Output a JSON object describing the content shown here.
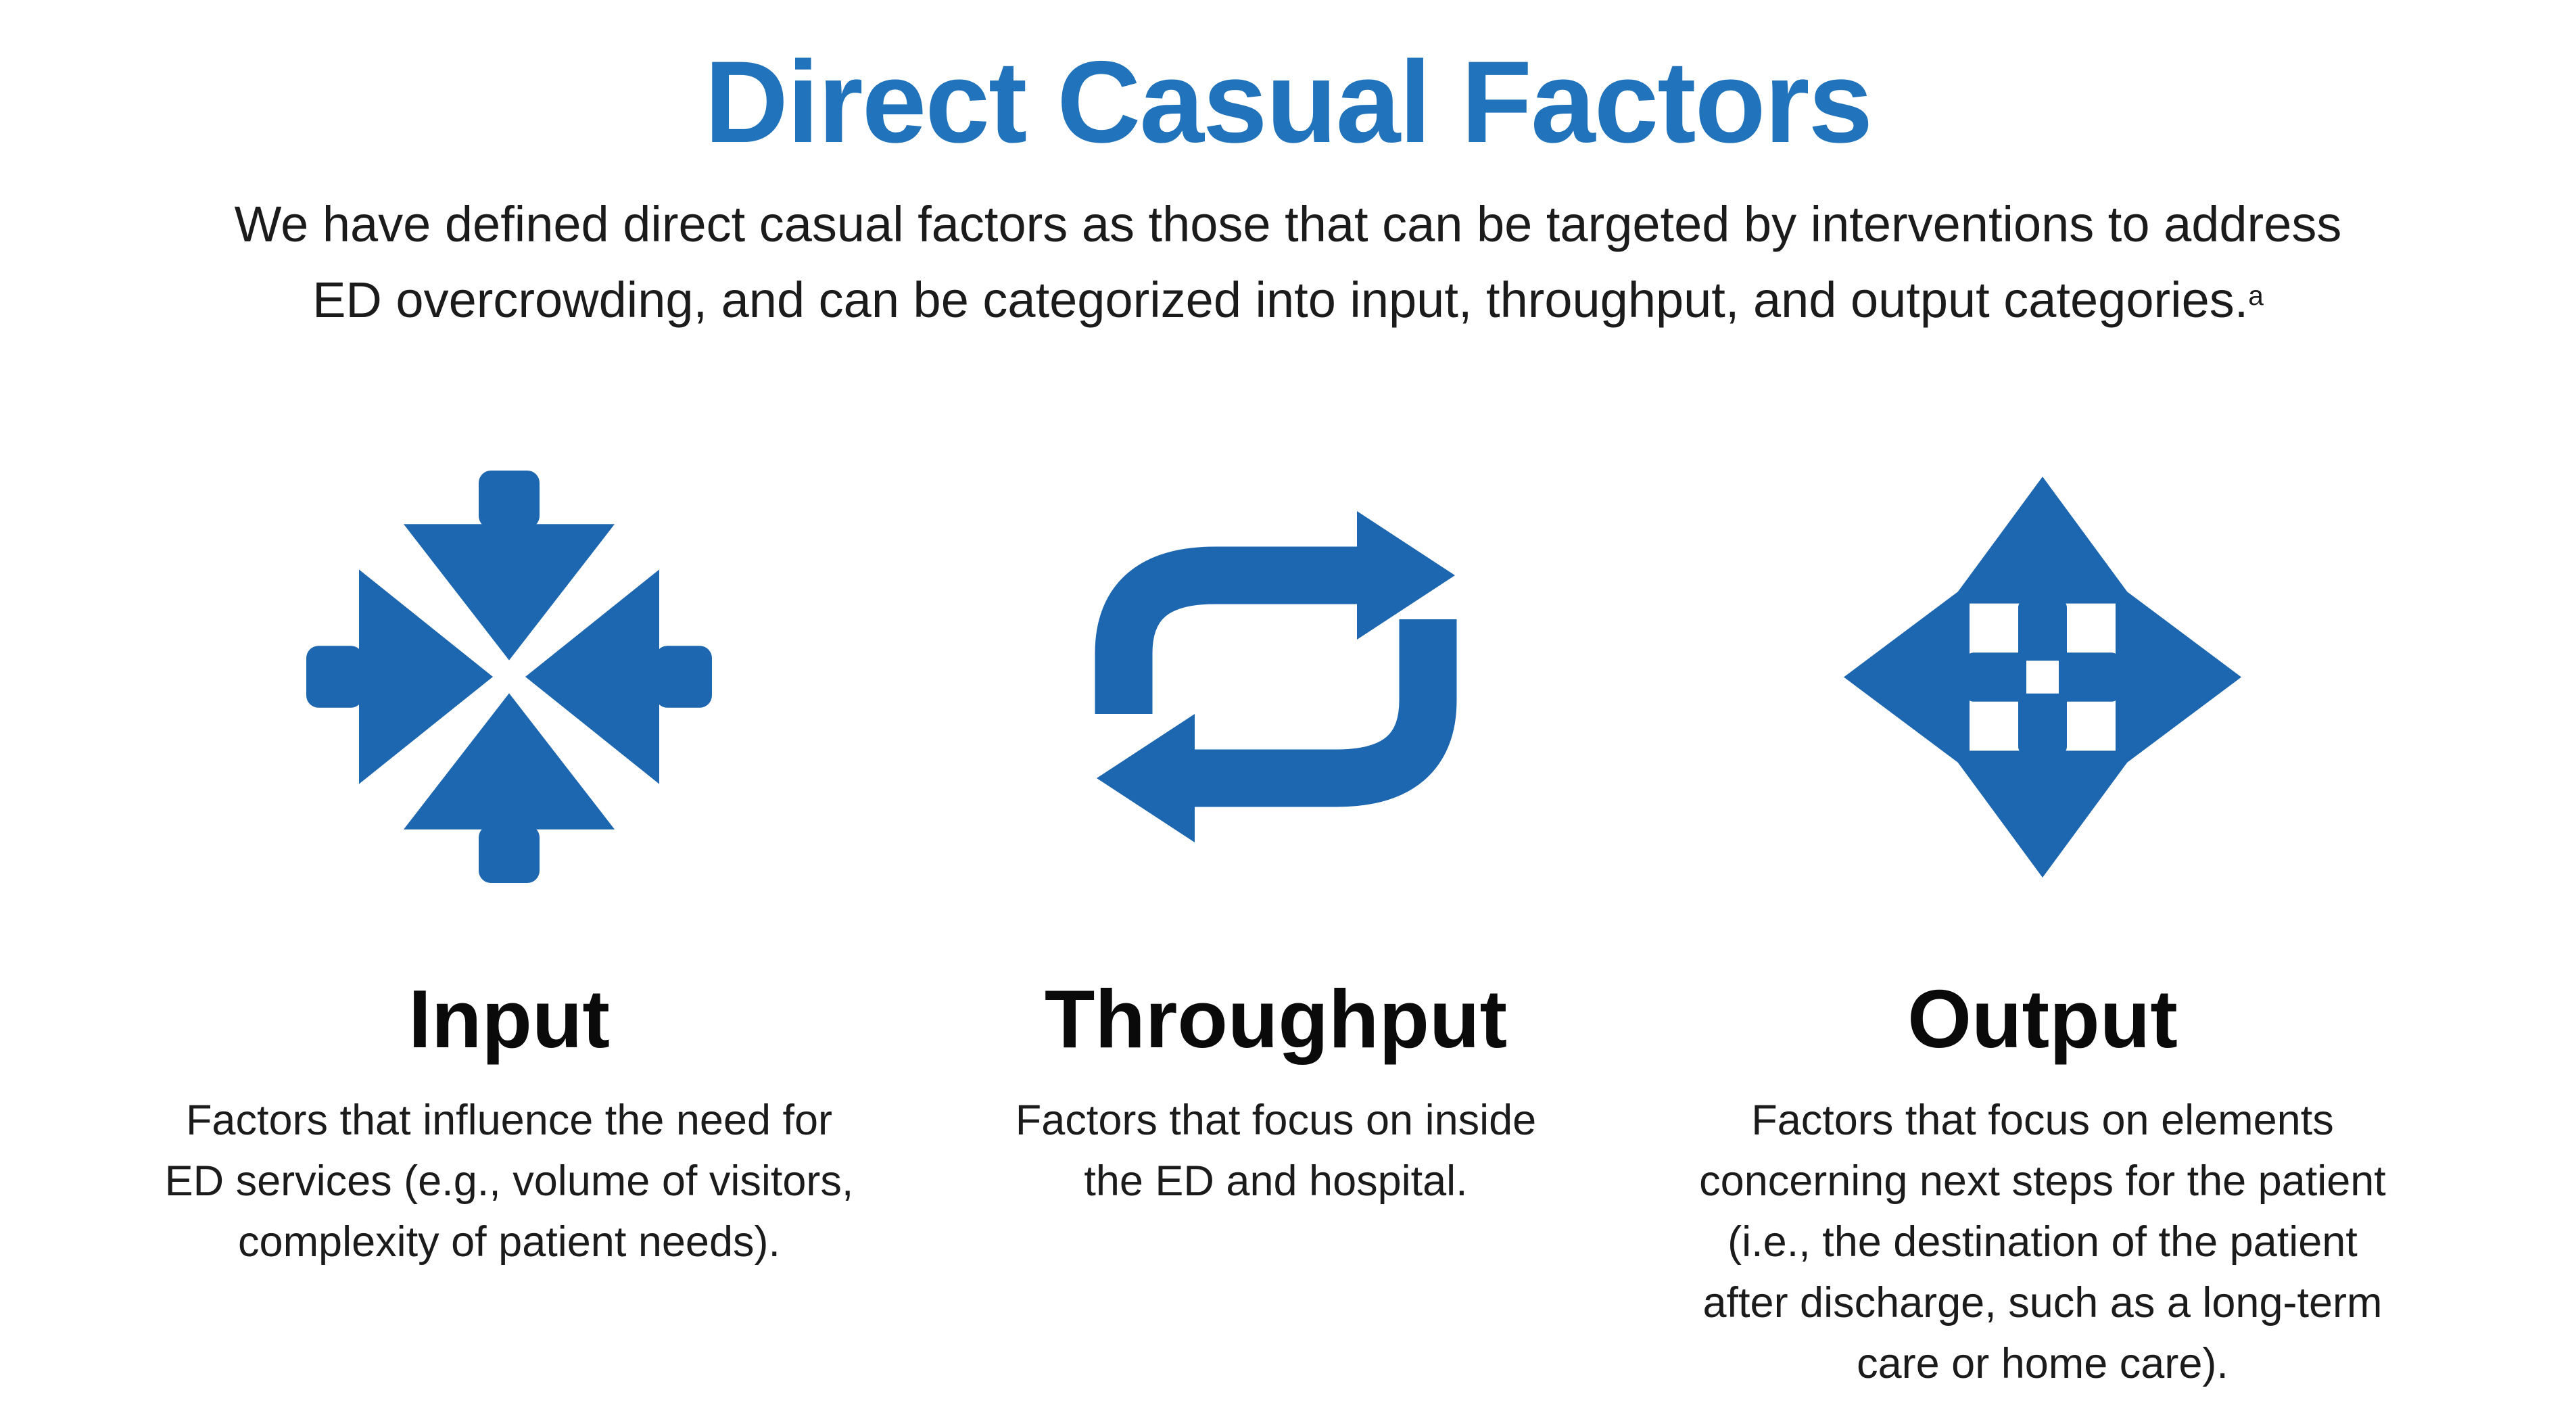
{
  "page": {
    "title": "Direct Casual Factors",
    "subtitle_lines": [
      "We have defined direct casual factors as those that can be targeted by interventions to address",
      "ED overcrowding, and can be categorized into input, throughput, and output categories."
    ],
    "footnote_marker": "a"
  },
  "colors": {
    "title_blue": "#2173bc",
    "icon_blue": "#1d67b0",
    "text_dark": "#1b1b1b",
    "heading_black": "#0a0a0a",
    "background": "#ffffff"
  },
  "columns": [
    {
      "icon": "converging-arrows-icon",
      "heading": "Input",
      "description_lines": [
        "Factors that influence the need for",
        "ED services (e.g., volume of visitors,",
        "complexity of patient needs)."
      ]
    },
    {
      "icon": "cycle-arrows-icon",
      "heading": "Throughput",
      "description_lines": [
        "Factors that focus on inside",
        "the ED and hospital."
      ]
    },
    {
      "icon": "expanding-arrows-icon",
      "heading": "Output",
      "description_lines": [
        "Factors that focus on elements",
        "concerning next steps for the patient",
        "(i.e., the destination of the patient",
        "after discharge, such as a long-term",
        "care or home care)."
      ]
    }
  ]
}
